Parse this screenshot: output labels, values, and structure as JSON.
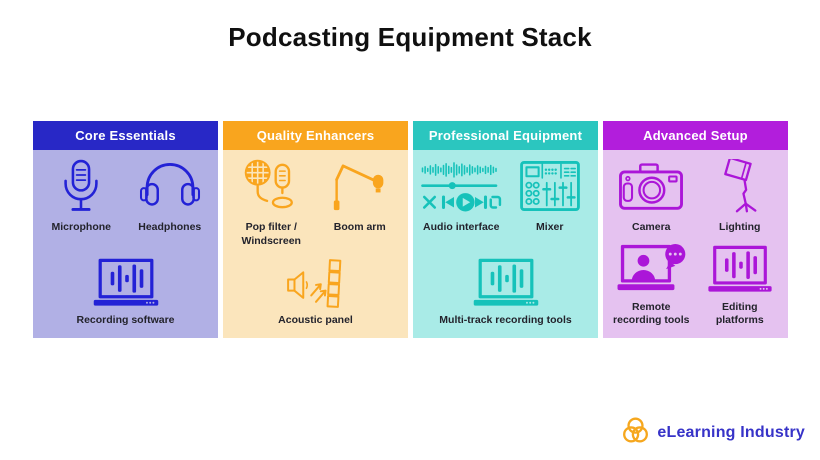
{
  "title": "Podcasting Equipment Stack",
  "columns": [
    {
      "header": "Core Essentials",
      "colors": {
        "header": "#2828C6",
        "body": "#B1B0E5",
        "icon": "#2322D6"
      },
      "items": [
        {
          "icon": "microphone-icon",
          "label": "Microphone"
        },
        {
          "icon": "headphones-icon",
          "label": "Headphones"
        },
        {
          "icon": "laptop-waveform-icon",
          "label": "Recording software"
        }
      ]
    },
    {
      "header": "Quality Enhancers",
      "colors": {
        "header": "#F9A51E",
        "body": "#FBE5BC",
        "icon": "#F9A51E"
      },
      "items": [
        {
          "icon": "pop-filter-icon",
          "label": "Pop filter /\nWindscreen"
        },
        {
          "icon": "boom-arm-icon",
          "label": "Boom arm"
        },
        {
          "icon": "acoustic-panel-icon",
          "label": "Acoustic panel"
        }
      ]
    },
    {
      "header": "Professional Equipment",
      "colors": {
        "header": "#2BC6BF",
        "body": "#A9EBE7",
        "icon": "#16C2BA"
      },
      "items": [
        {
          "icon": "audio-player-icon",
          "label": "Audio interface"
        },
        {
          "icon": "mixer-icon",
          "label": "Mixer"
        },
        {
          "icon": "laptop-waveform-icon",
          "label": "Multi-track recording tools"
        }
      ]
    },
    {
      "header": "Advanced Setup",
      "colors": {
        "header": "#B21EDC",
        "body": "#E5C2F0",
        "icon": "#AB16D8"
      },
      "items": [
        {
          "icon": "camera-icon",
          "label": "Camera"
        },
        {
          "icon": "softbox-light-icon",
          "label": "Lighting"
        },
        {
          "icon": "laptop-person-icon",
          "label": "Remote\nrecording tools"
        },
        {
          "icon": "laptop-waveform-icon",
          "label": "Editing\nplatforms"
        }
      ]
    }
  ],
  "footer": {
    "logo_text": "eLearning Industry"
  },
  "theme": {
    "background": "#FFFFFF",
    "title": "#101010",
    "label": "#23232C",
    "logo_text": "#3733C8",
    "logo_mark": "#F6A71E"
  }
}
